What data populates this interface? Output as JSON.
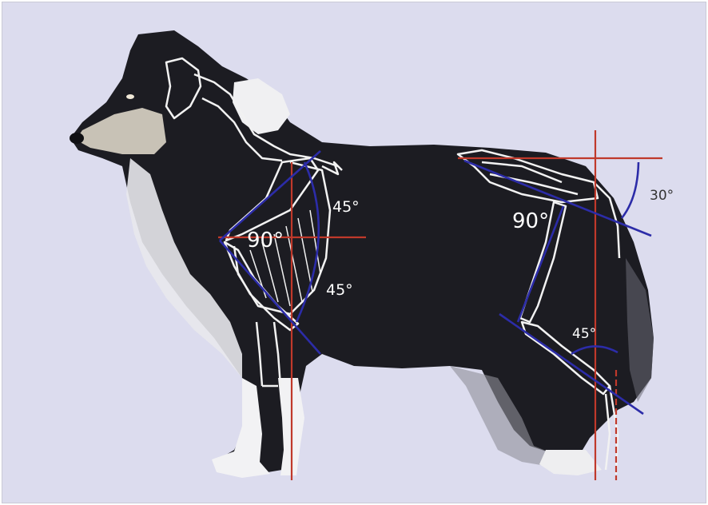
{
  "diagram": {
    "background_color": "#dcdcee",
    "body_color": "#1c1c22",
    "reference_line_color": "#c0392b",
    "angle_line_color": "#2c2ca8",
    "skeleton_color": "#f2f2f2",
    "angles": {
      "shoulder_upper": "45°",
      "shoulder_right": "90°",
      "shoulder_lower": "45°",
      "pelvis": "30°",
      "stifle": "90°",
      "hock": "45°"
    }
  }
}
